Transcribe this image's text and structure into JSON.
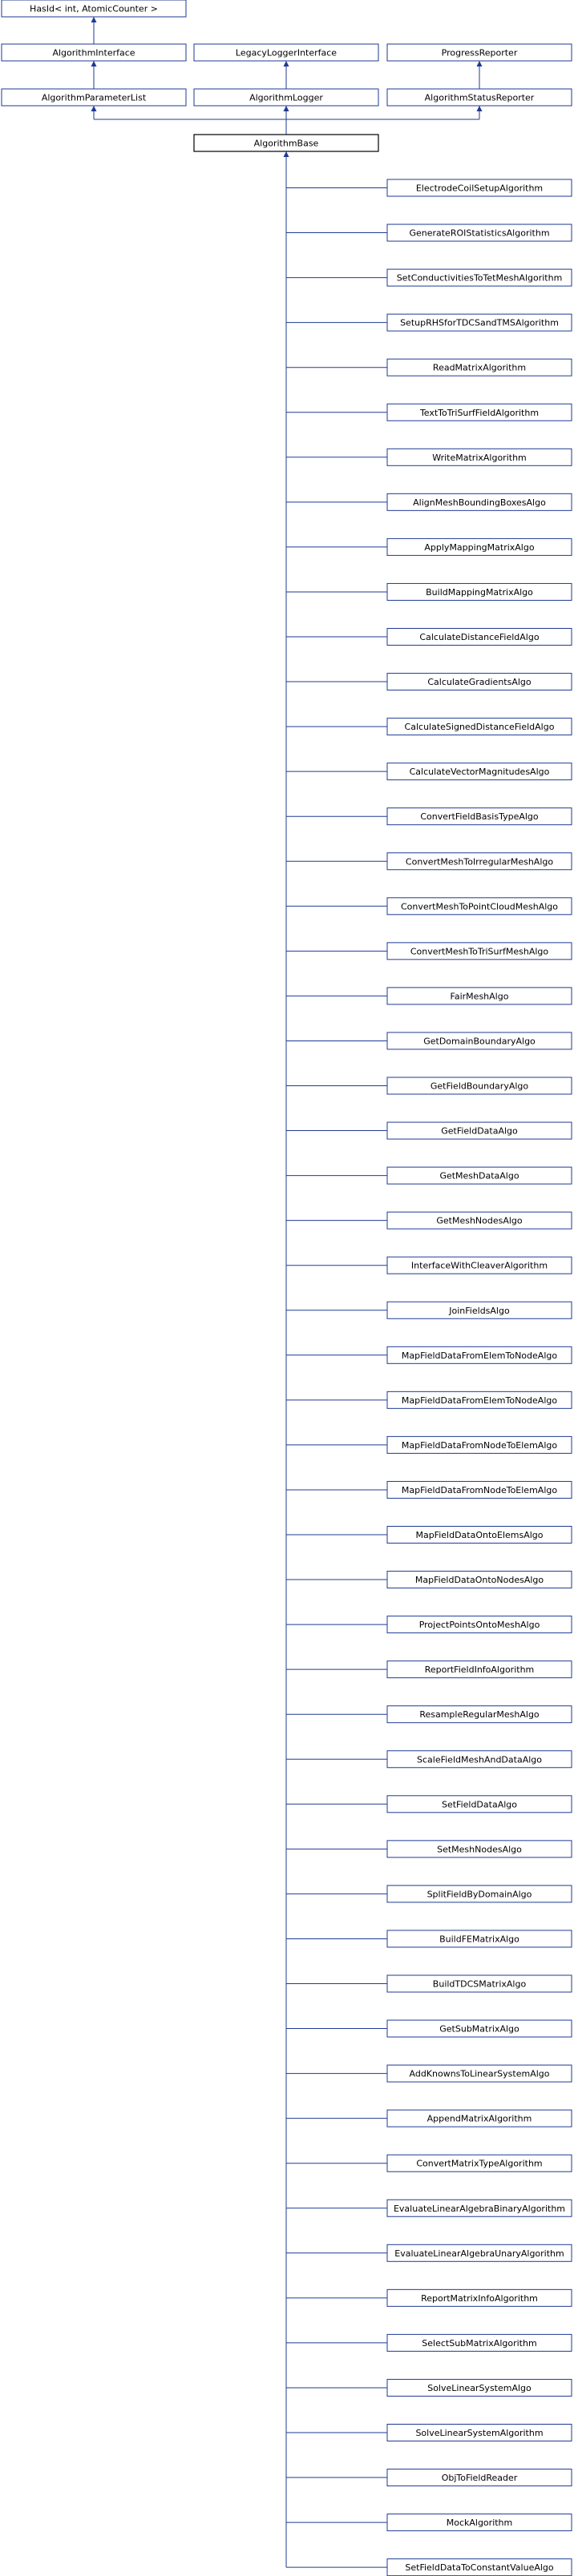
{
  "top_row": [
    "HasId< int, AtomicCounter >"
  ],
  "interface_row": [
    "AlgorithmInterface",
    "LegacyLoggerInterface",
    "ProgressReporter"
  ],
  "parent_row": [
    "AlgorithmParameterList",
    "AlgorithmLogger",
    "AlgorithmStatusReporter"
  ],
  "base": "AlgorithmBase",
  "derived": [
    "ElectrodeCoilSetupAlgorithm",
    "GenerateROIStatisticsAlgorithm",
    "SetConductivitiesToTetMeshAlgorithm",
    "SetupRHSforTDCSandTMSAlgorithm",
    "ReadMatrixAlgorithm",
    "TextToTriSurfFieldAlgorithm",
    "WriteMatrixAlgorithm",
    "AlignMeshBoundingBoxesAlgo",
    "ApplyMappingMatrixAlgo",
    "BuildMappingMatrixAlgo",
    "CalculateDistanceFieldAlgo",
    "CalculateGradientsAlgo",
    "CalculateSignedDistanceFieldAlgo",
    "CalculateVectorMagnitudesAlgo",
    "ConvertFieldBasisTypeAlgo",
    "ConvertMeshToIrregularMeshAlgo",
    "ConvertMeshToPointCloudMeshAlgo",
    "ConvertMeshToTriSurfMeshAlgo",
    "FairMeshAlgo",
    "GetDomainBoundaryAlgo",
    "GetFieldBoundaryAlgo",
    "GetFieldDataAlgo",
    "GetMeshDataAlgo",
    "GetMeshNodesAlgo",
    "InterfaceWithCleaverAlgorithm",
    "JoinFieldsAlgo",
    "MapFieldDataFromElemToNodeAlgo",
    "MapFieldDataFromElemToNodeAlgo",
    "MapFieldDataFromNodeToElemAlgo",
    "MapFieldDataFromNodeToElemAlgo",
    "MapFieldDataOntoElemsAlgo",
    "MapFieldDataOntoNodesAlgo",
    "ProjectPointsOntoMeshAlgo",
    "ReportFieldInfoAlgorithm",
    "ResampleRegularMeshAlgo",
    "ScaleFieldMeshAndDataAlgo",
    "SetFieldDataAlgo",
    "SetMeshNodesAlgo",
    "SplitFieldByDomainAlgo",
    "BuildFEMatrixAlgo",
    "BuildTDCSMatrixAlgo",
    "GetSubMatrixAlgo",
    "AddKnownsToLinearSystemAlgo",
    "AppendMatrixAlgorithm",
    "ConvertMatrixTypeAlgorithm",
    "EvaluateLinearAlgebraBinaryAlgorithm",
    "EvaluateLinearAlgebraUnaryAlgorithm",
    "ReportMatrixInfoAlgorithm",
    "SelectSubMatrixAlgorithm",
    "SolveLinearSystemAlgo",
    "SolveLinearSystemAlgorithm",
    "ObjToFieldReader",
    "MockAlgorithm",
    "SetFieldDataToConstantValueAlgo"
  ],
  "colors": {
    "edge": "#1f3a93",
    "box_border": "#1f3a93",
    "root_border": "#000000"
  }
}
